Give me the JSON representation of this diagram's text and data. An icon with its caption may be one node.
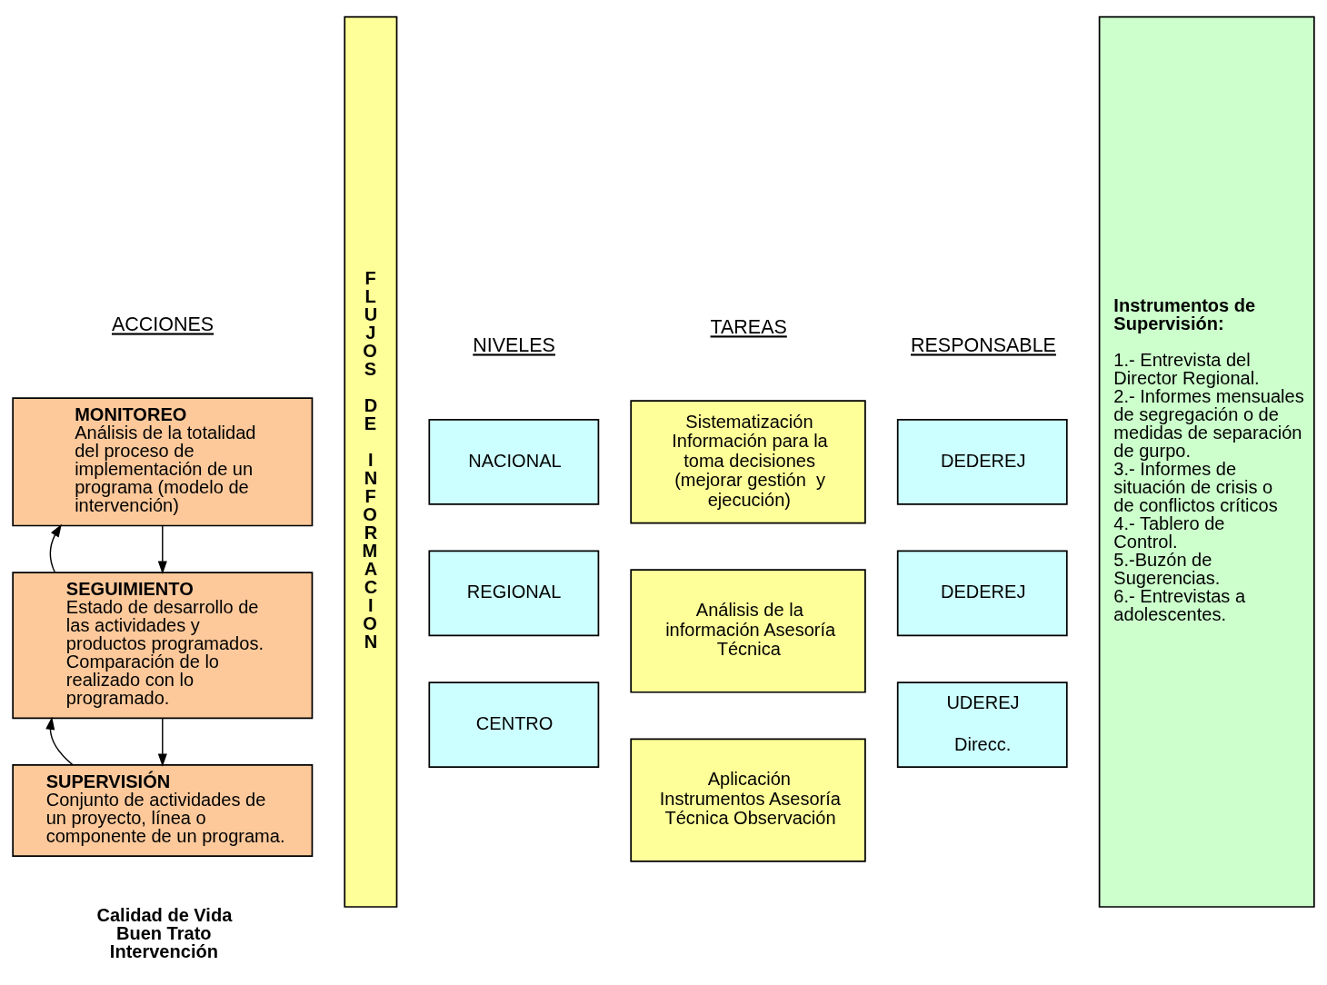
{
  "diagram": {
    "nodes": [
      {
        "text": [
          "MONITOREO",
          "Análisis de la totalidad del proceso de implementación de un programa (modelo de intervención)"
        ]
      },
      {
        "text": [
          "SEGUIMIENTO",
          "Estado de desarrollo de las actividades y productos programados. Comparación de lo realizado con lo programado."
        ]
      },
      {
        "text": [
          "SUPERVISIÓN",
          "Conjunto de actividades de un proyecto, línea o componente de un programa."
        ]
      },
      {
        "text": [
          "FLUJOS DE INFORMACION"
        ]
      },
      {
        "text": [
          "NACIONAL"
        ]
      },
      {
        "text": [
          "Sistematización Información para la toma decisiones (mejorar gestión  y ejecución)"
        ]
      },
      {
        "text": [
          "DEDEREJ"
        ]
      },
      {
        "text": [
          "REGIONAL"
        ]
      },
      {
        "text": [
          "Análisis de la información Asesoría Técnica"
        ]
      },
      {
        "text": [
          "DEDEREJ"
        ]
      },
      {
        "text": [
          "CENTRO"
        ]
      },
      {
        "text": [
          "Aplicación Instrumentos Asesoría Técnica Observación"
        ]
      },
      {
        "text": [
          "UDEREJ",
          "Direcc."
        ]
      },
      {
        "text": [
          "Instrumentos de Supervisión:",
          "1.- Entrevista del Director Regional.",
          "2.- Informes mensuales de segregación o de medidas de separación de gurpo.",
          "3.- Informes de situación de crisis o de conflictos críticos",
          "4.- Tablero de Control.",
          "5.-Buzón de Sugerencias.",
          "6.- Entrevistas a adolescentes."
        ]
      }
    ],
    "edges": [
      {
        "from": 0,
        "to": 1,
        "arrow": "to"
      },
      {
        "from": 1,
        "to": 0,
        "arrow": "to"
      },
      {
        "from": 1,
        "to": 2,
        "arrow": "to"
      },
      {
        "from": 2,
        "to": 1,
        "arrow": "to"
      }
    ],
    "labels": [
      "ACCIONES",
      "NIVELES",
      "TAREAS",
      "RESPONSABLE",
      "Calidad de Vida Buen Trato Intervención"
    ]
  }
}
